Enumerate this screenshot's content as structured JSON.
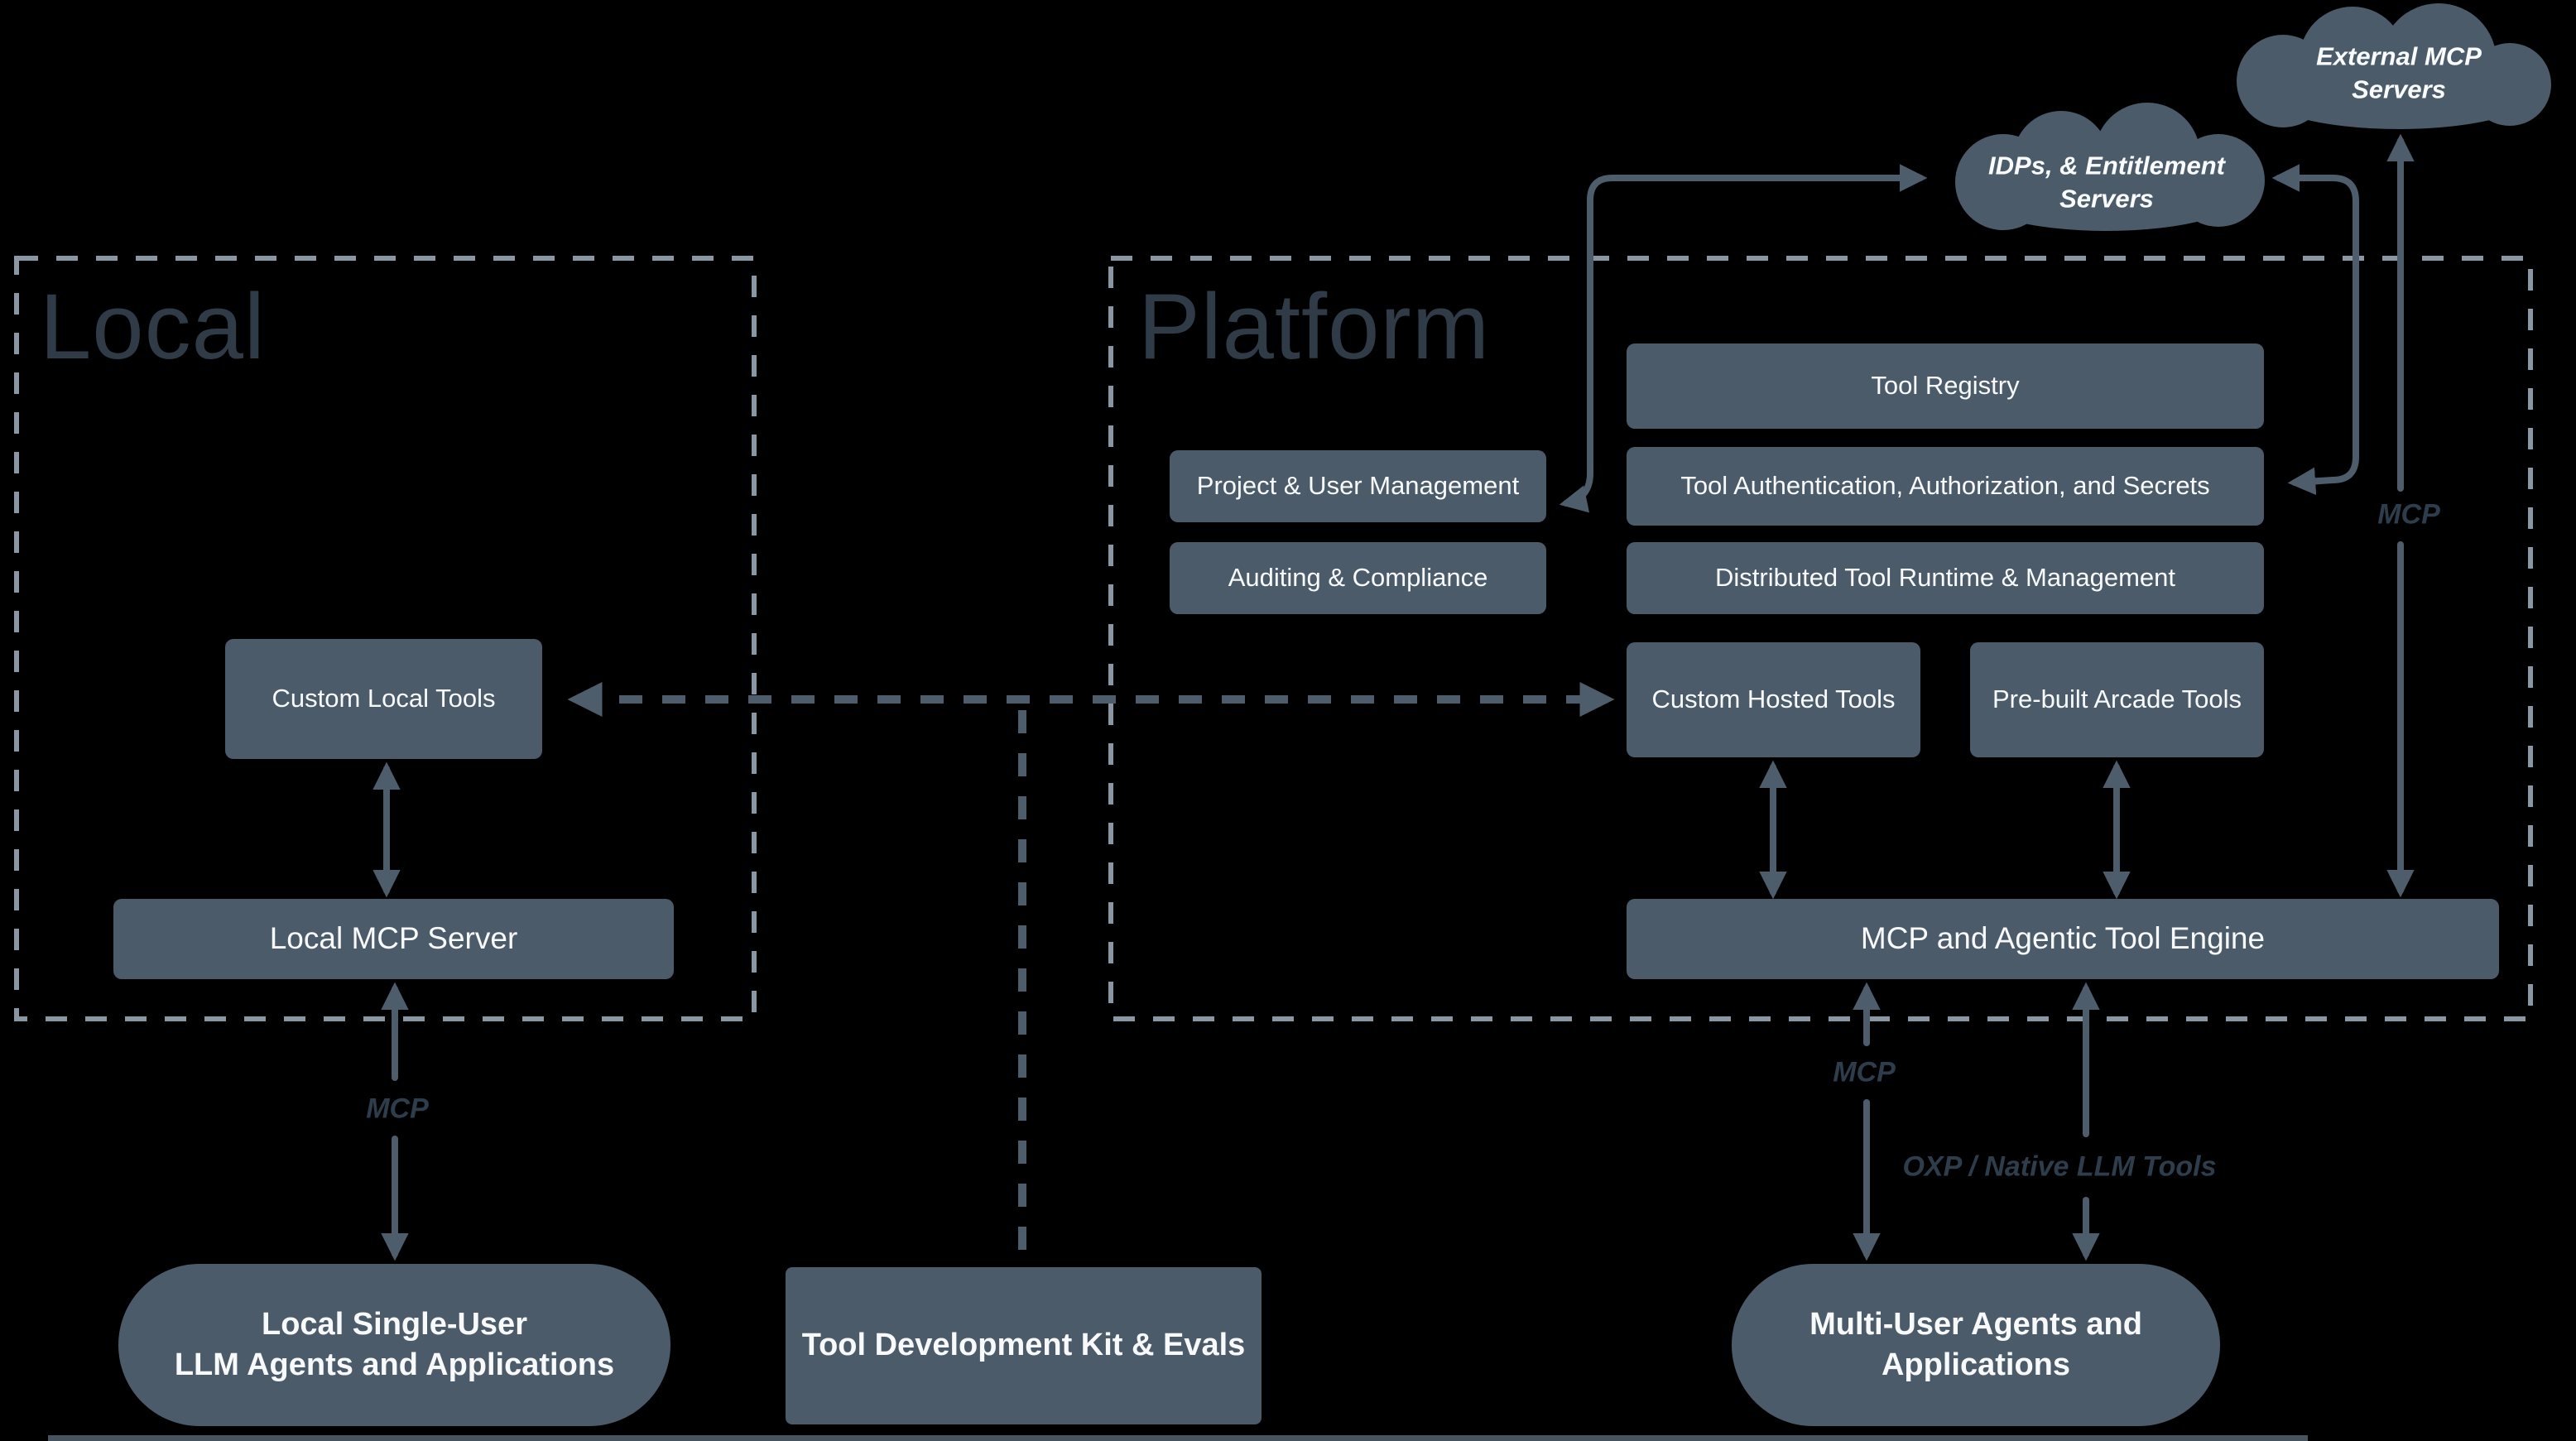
{
  "regions": {
    "local": {
      "title": "Local"
    },
    "platform": {
      "title": "Platform"
    }
  },
  "clouds": {
    "external_mcp": {
      "label": "External MCP Servers"
    },
    "idp_entitlement": {
      "label": "IDPs, & Entitlement\nServers"
    }
  },
  "platform_boxes": {
    "tool_registry": {
      "label": "Tool Registry"
    },
    "project_user_management": {
      "label": "Project & User Management"
    },
    "tool_auth": {
      "label": "Tool Authentication, Authorization, and Secrets"
    },
    "auditing_compliance": {
      "label": "Auditing & Compliance"
    },
    "distributed_runtime": {
      "label": "Distributed Tool Runtime & Management"
    },
    "custom_hosted_tools": {
      "label": "Custom Hosted Tools"
    },
    "prebuilt_arcade_tools": {
      "label": "Pre-built Arcade Tools"
    },
    "mcp_agentic_engine": {
      "label": "MCP and Agentic Tool Engine"
    }
  },
  "local_boxes": {
    "custom_local_tools": {
      "label": "Custom Local Tools"
    },
    "local_mcp_server": {
      "label": "Local MCP Server"
    },
    "local_single_user_agents": {
      "label": "Local Single-User\nLLM Agents and Applications"
    }
  },
  "bottom_boxes": {
    "tool_dev_kit": {
      "label": "Tool Development Kit & Evals"
    },
    "multi_user_agents": {
      "label": "Multi-User Agents and\nApplications"
    }
  },
  "edge_labels": {
    "mcp_local": "MCP",
    "mcp_multi_user": "MCP",
    "oxp_native": "OXP / Native LLM Tools",
    "mcp_external": "MCP"
  },
  "colors": {
    "background": "#000000",
    "node_fill": "#4B5B69",
    "arrow": "#4E5D6B",
    "region_border": "#8997A5",
    "region_title": "#2F3B47",
    "edge_label": "#2E3D4C",
    "node_text": "#F7F9FA"
  }
}
